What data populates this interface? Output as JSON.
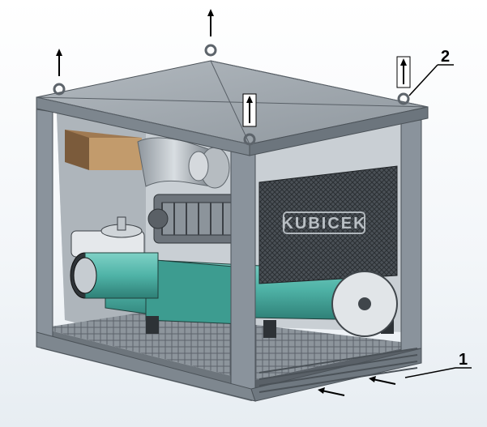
{
  "figure": {
    "callouts": [
      {
        "label": "1"
      },
      {
        "label": "2"
      }
    ],
    "logo": "KUBICEK"
  },
  "colors": {
    "frame": "#8a939c",
    "roof": "#9ea6ad",
    "motor": "#4fb3a7",
    "panel": "#d7dde2",
    "enclosure": "#3f4448",
    "mesh": "#555b61",
    "arrow": "#000000"
  }
}
